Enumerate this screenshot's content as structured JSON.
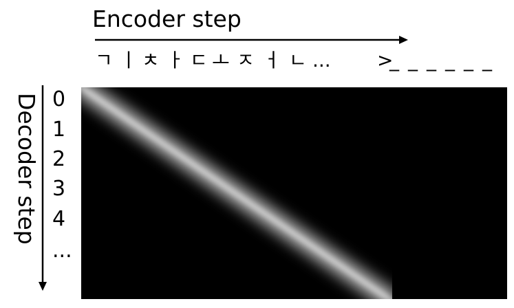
{
  "encoder_label": "Encoder step",
  "decoder_label": "Decoder step",
  "encoder_tokens": [
    "ㄱ",
    "ㅣ",
    "ㅊ",
    "ㅏ",
    "ㄷ",
    "ㅗ",
    "ㅈ",
    "ㅓ",
    "ㄴ",
    "...",
    ">",
    "_",
    "_",
    "_",
    "_",
    "_",
    "_"
  ],
  "decoder_steps": [
    "0",
    "1",
    "2",
    "3",
    "4",
    "..."
  ],
  "colors": {
    "attention_high": "#ffffff",
    "attention_low": "#000000"
  }
}
